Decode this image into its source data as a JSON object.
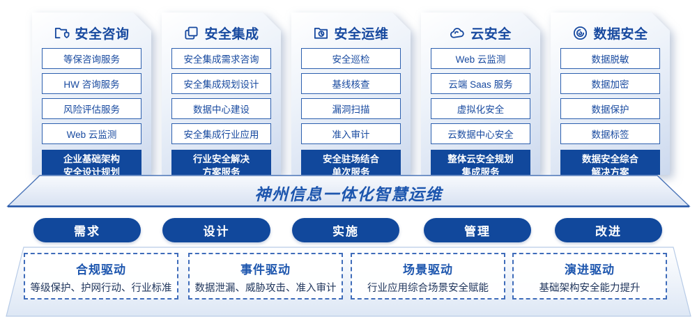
{
  "service_columns": [
    {
      "title": "安全咨询",
      "icon": "folder-shield-icon",
      "items": [
        "等保咨询服务",
        "HW 咨询服务",
        "风险评估服务",
        "Web 云监测"
      ],
      "highlight": [
        "企业基础架构",
        "安全设计规划"
      ]
    },
    {
      "title": "安全集成",
      "icon": "documents-icon",
      "items": [
        "安全集成需求咨询",
        "安全集成规划设计",
        "数据中心建设",
        "安全集成行业应用"
      ],
      "highlight": [
        "行业安全解决",
        "方案服务"
      ]
    },
    {
      "title": "安全运维",
      "icon": "folder-clock-icon",
      "items": [
        "安全巡检",
        "基线核查",
        "漏洞扫描",
        "准入审计"
      ],
      "highlight": [
        "安全驻场结合",
        "单次服务"
      ]
    },
    {
      "title": "云安全",
      "icon": "cloud-icon",
      "items": [
        "Web 云监测",
        "云端 Saas 服务",
        "虚拟化安全",
        "云数据中心安全"
      ],
      "highlight": [
        "整体云安全规划",
        "集成服务"
      ]
    },
    {
      "title": "数据安全",
      "icon": "fingerprint-icon",
      "items": [
        "数据脱敏",
        "数据加密",
        "数据保护",
        "数据标签"
      ],
      "highlight": [
        "数据安全综合",
        "解决方案"
      ]
    }
  ],
  "banner": {
    "title": "神州信息一体化智慧运维"
  },
  "phases": [
    {
      "label": "需求"
    },
    {
      "label": "设计"
    },
    {
      "label": "实施"
    },
    {
      "label": "管理"
    },
    {
      "label": "改进"
    }
  ],
  "drivers": [
    {
      "title": "合规驱动",
      "desc": "等级保护、护网行动、行业标准"
    },
    {
      "title": "事件驱动",
      "desc": "数据泄漏、威胁攻击、准入审计"
    },
    {
      "title": "场景驱动",
      "desc": "行业应用综合场景安全赋能"
    },
    {
      "title": "演进驱动",
      "desc": "基础架构安全能力提升"
    }
  ],
  "colors": {
    "primary_blue": "#11489c",
    "accent_blue": "#1d56ae",
    "box_border_blue": "#2c5fae",
    "dashed_border_blue": "#3f6cba",
    "dark_text": "#20365c",
    "card_gradient_end": "#ccd9ee"
  }
}
